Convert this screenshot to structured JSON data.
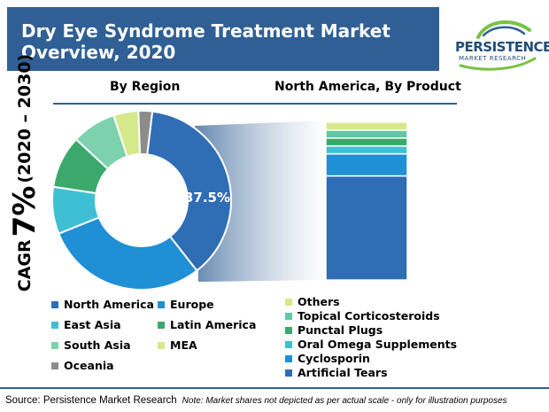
{
  "header": {
    "title_line1": "Dry Eye Syndrome Treatment Market",
    "title_line2": "Overview, 2020"
  },
  "logo": {
    "word1": "PERSISTENCE",
    "word2": "MARKET RESEARCH"
  },
  "cagr": {
    "prefix": "CAGR",
    "value": "7%",
    "period": "(2020 – 2030)"
  },
  "colors": {
    "title_bg": "#2f5f95",
    "north_america": "#2f6db5",
    "europe": "#1f8fd6",
    "east_asia": "#3fbfd3",
    "latin_america": "#3aa96b",
    "south_asia": "#7dd1ad",
    "mea": "#d5e88a",
    "oceania": "#8c8c8c",
    "others": "#d5e88a",
    "topical_corticosteroids": "#63c6a6",
    "punctal_plugs": "#3aa96b",
    "oral_omega_supplements": "#3fbfd3",
    "cyclosporin": "#1f8fd6",
    "artificial_tears": "#2f6db5"
  },
  "chart_data": [
    {
      "type": "pie",
      "title": "By Region",
      "donut": true,
      "data_label": "37.5%",
      "slices": [
        {
          "name": "North America",
          "value": 37.5
        },
        {
          "name": "Europe",
          "value": 29.5
        },
        {
          "name": "East Asia",
          "value": 8.5
        },
        {
          "name": "Latin America",
          "value": 9.5
        },
        {
          "name": "South Asia",
          "value": 8.0
        },
        {
          "name": "MEA",
          "value": 4.5
        },
        {
          "name": "Oceania",
          "value": 2.5
        }
      ]
    },
    {
      "type": "bar",
      "stacked": true,
      "title": "North America, By Product",
      "categories": [
        "North America"
      ],
      "series": [
        {
          "name": "Artificial Tears",
          "values": [
            66
          ]
        },
        {
          "name": "Cyclosporin",
          "values": [
            14
          ]
        },
        {
          "name": "Oral Omega Supplements",
          "values": [
            5
          ]
        },
        {
          "name": "Punctal Plugs",
          "values": [
            5
          ]
        },
        {
          "name": "Topical Corticosteroids",
          "values": [
            5
          ]
        },
        {
          "name": "Others",
          "values": [
            5
          ]
        }
      ]
    }
  ],
  "legends": {
    "region": [
      {
        "label": "North America"
      },
      {
        "label": "Europe"
      },
      {
        "label": "East Asia"
      },
      {
        "label": "Latin America"
      },
      {
        "label": "South Asia"
      },
      {
        "label": "MEA"
      },
      {
        "label": "Oceania"
      }
    ],
    "product": [
      {
        "label": "Others"
      },
      {
        "label": "Topical Corticosteroids"
      },
      {
        "label": "Punctal Plugs"
      },
      {
        "label": "Oral Omega Supplements"
      },
      {
        "label": "Cyclosporin"
      },
      {
        "label": "Artificial Tears"
      }
    ]
  },
  "footer": {
    "source": "Source: Persistence Market Research",
    "note": "Note: Market shares not depicted as per actual scale - only for illustration purposes"
  }
}
